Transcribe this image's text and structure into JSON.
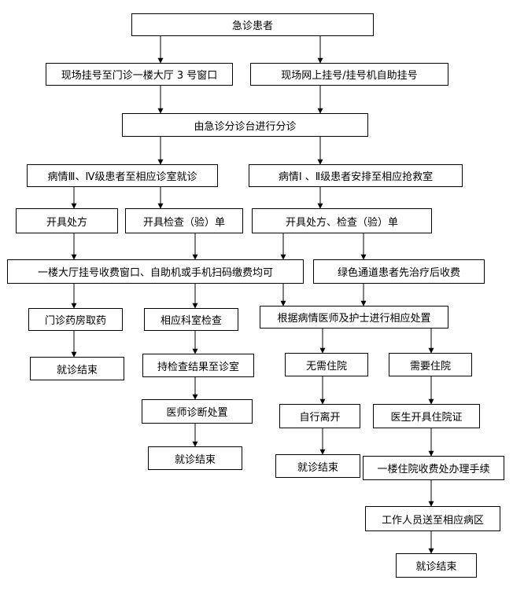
{
  "nodes": {
    "start": "急诊患者",
    "reg_window": "现场挂号至门诊一楼大厅 3 号窗口",
    "reg_online": "现场网上挂号/挂号机自助挂号",
    "triage": "由急诊分诊台进行分诊",
    "grade_34": "病情Ⅲ、Ⅳ级患者至相应诊室就诊",
    "grade_12": "病情Ⅰ 、Ⅱ级患者安排至相应抢救室",
    "prescribe": "开具处方",
    "exam_order": "开具检查（验）单",
    "prescribe_exam": "开具处方、检查（验）单",
    "payment": "一楼大厅挂号收费窗口、自助机或手机扫码缴费均可",
    "green_channel": "绿色通道患者先治疗后收费",
    "pharmacy": "门诊药房取药",
    "dept_exam": "相应科室检查",
    "doctor_nurse": "根据病情医师及护士进行相应处置",
    "end_1": "就诊结束",
    "return_results": "持检查结果至诊室",
    "no_admission": "无需住院",
    "need_admission": "需要住院",
    "diagnosis": "医师诊断处置",
    "leave": "自行离开",
    "admission_cert": "医生开具住院证",
    "end_2": "就诊结束",
    "end_3": "就诊结束",
    "admission_procedure": "一楼住院收费处办理手续",
    "staff_transfer": "工作人员送至相应病区",
    "end_4": "就诊结束"
  }
}
